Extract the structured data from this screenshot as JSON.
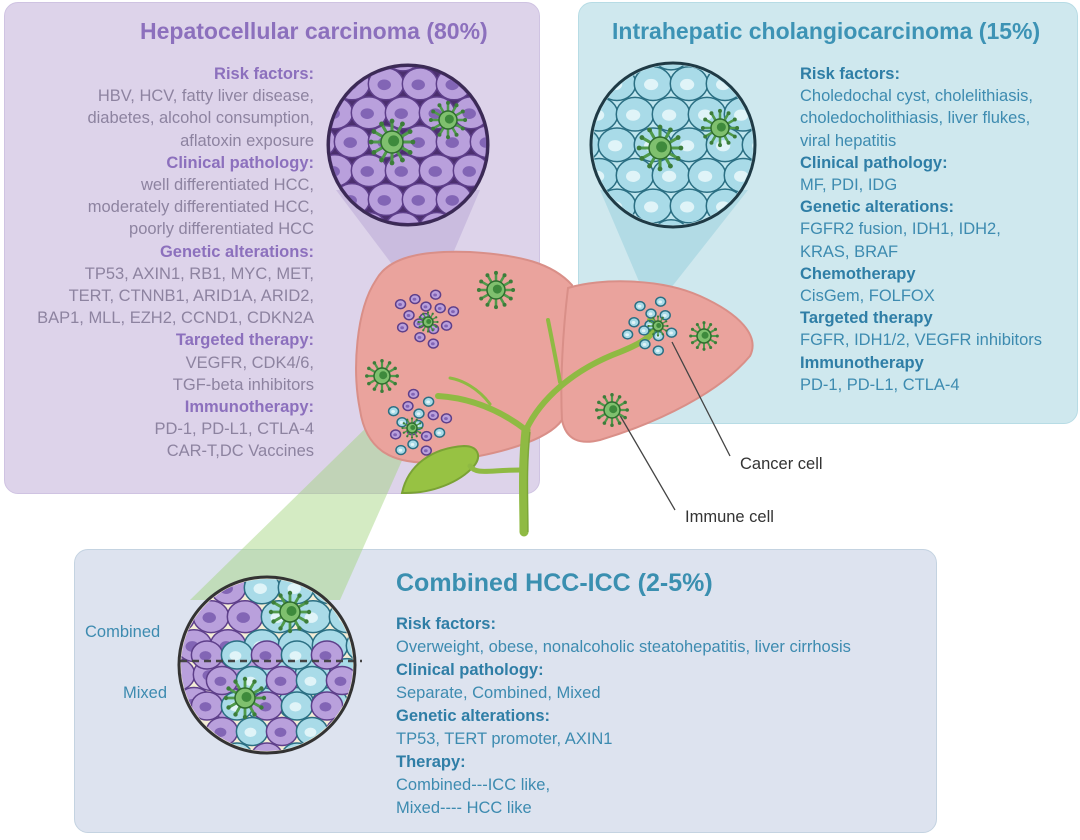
{
  "hcc": {
    "title": "Hepatocellular carcinoma (80%)",
    "lines": [
      {
        "t": "Risk factors:",
        "h": true
      },
      {
        "t": "HBV, HCV, fatty liver disease,"
      },
      {
        "t": "diabetes, alcohol consumption,"
      },
      {
        "t": "aflatoxin exposure"
      },
      {
        "t": "Clinical pathology:",
        "h": true
      },
      {
        "t": "well differentiated HCC,"
      },
      {
        "t": "moderately differentiated HCC,"
      },
      {
        "t": "poorly differentiated HCC"
      },
      {
        "t": "Genetic alterations:",
        "h": true
      },
      {
        "t": "TP53, AXIN1, RB1, MYC, MET,"
      },
      {
        "t": "TERT, CTNNB1, ARID1A, ARID2,"
      },
      {
        "t": "BAP1, MLL, EZH2, CCND1, CDKN2A"
      },
      {
        "t": "Targeted therapy:",
        "h": true
      },
      {
        "t": "VEGFR, CDK4/6,"
      },
      {
        "t": "TGF-beta inhibitors"
      },
      {
        "t": "Immunotherapy:",
        "h": true
      },
      {
        "t": "PD-1, PD-L1, CTLA-4"
      },
      {
        "t": "CAR-T,DC Vaccines"
      }
    ]
  },
  "icc": {
    "title": "Intrahepatic cholangiocarcinoma (15%)",
    "lines": [
      {
        "t": "Risk factors:",
        "h": true
      },
      {
        "t": "Choledochal cyst, cholelithiasis,"
      },
      {
        "t": "choledocholithiasis, liver flukes,"
      },
      {
        "t": "viral hepatitis"
      },
      {
        "t": "Clinical pathology:",
        "h": true
      },
      {
        "t": "MF, PDI, IDG"
      },
      {
        "t": "Genetic alterations:",
        "h": true
      },
      {
        "t": "FGFR2 fusion, IDH1, IDH2,"
      },
      {
        "t": "KRAS, BRAF"
      },
      {
        "t": "Chemotherapy",
        "h": true
      },
      {
        "t": "CisGem, FOLFOX"
      },
      {
        "t": "Targeted therapy",
        "h": true
      },
      {
        "t": "FGFR, IDH1/2, VEGFR inhibitors"
      },
      {
        "t": "Immunotherapy",
        "h": true
      },
      {
        "t": "PD-1, PD-L1, CTLA-4"
      }
    ]
  },
  "combined": {
    "title": "Combined HCC-ICC (2-5%)",
    "lines": [
      {
        "t": "Risk factors:",
        "h": true
      },
      {
        "t": "Overweight, obese, nonalcoholic steatohepatitis, liver cirrhosis"
      },
      {
        "t": "Clinical pathology:",
        "h": true
      },
      {
        "t": "Separate, Combined, Mixed"
      },
      {
        "t": "Genetic alterations:",
        "h": true
      },
      {
        "t": "TP53, TERT promoter, AXIN1"
      },
      {
        "t": "Therapy:",
        "h": true
      },
      {
        "t": "Combined---ICC like,"
      },
      {
        "t": "Mixed---- HCC like"
      }
    ]
  },
  "labels": {
    "cancer_cell": "Cancer cell",
    "immune_cell": "Immune cell",
    "combined": "Combined",
    "mixed": "Mixed"
  },
  "colors": {
    "hcc_purple": "#8c70bd",
    "icc_blue": "#3d93b5",
    "liver_pink": "#eaa39d",
    "immune_green": "#4f9a4a",
    "bile_green": "#8fba43"
  }
}
